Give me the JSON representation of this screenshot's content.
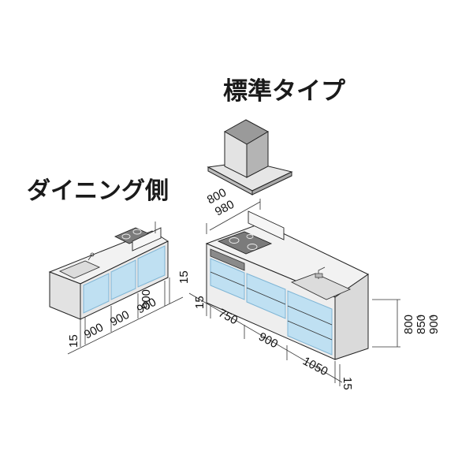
{
  "title": "標準タイプ",
  "dining_label": "ダイニング側",
  "dining_dims": {
    "left": "15",
    "seg1": "900",
    "seg2": "900",
    "seg3": "900",
    "right": "15"
  },
  "main_dims": {
    "left": "15",
    "seg1": "750",
    "seg2": "900",
    "seg3": "1050",
    "right": "15"
  },
  "depth_dims": [
    "800",
    "980"
  ],
  "height_dims": [
    "800",
    "850",
    "900"
  ],
  "colors": {
    "panel_blue": "#bfe0f2",
    "panel_blue_edge": "#7fb5d5",
    "side_gray": "#d9d9d9",
    "counter_top": "#f1f1f1",
    "outline": "#222222"
  }
}
